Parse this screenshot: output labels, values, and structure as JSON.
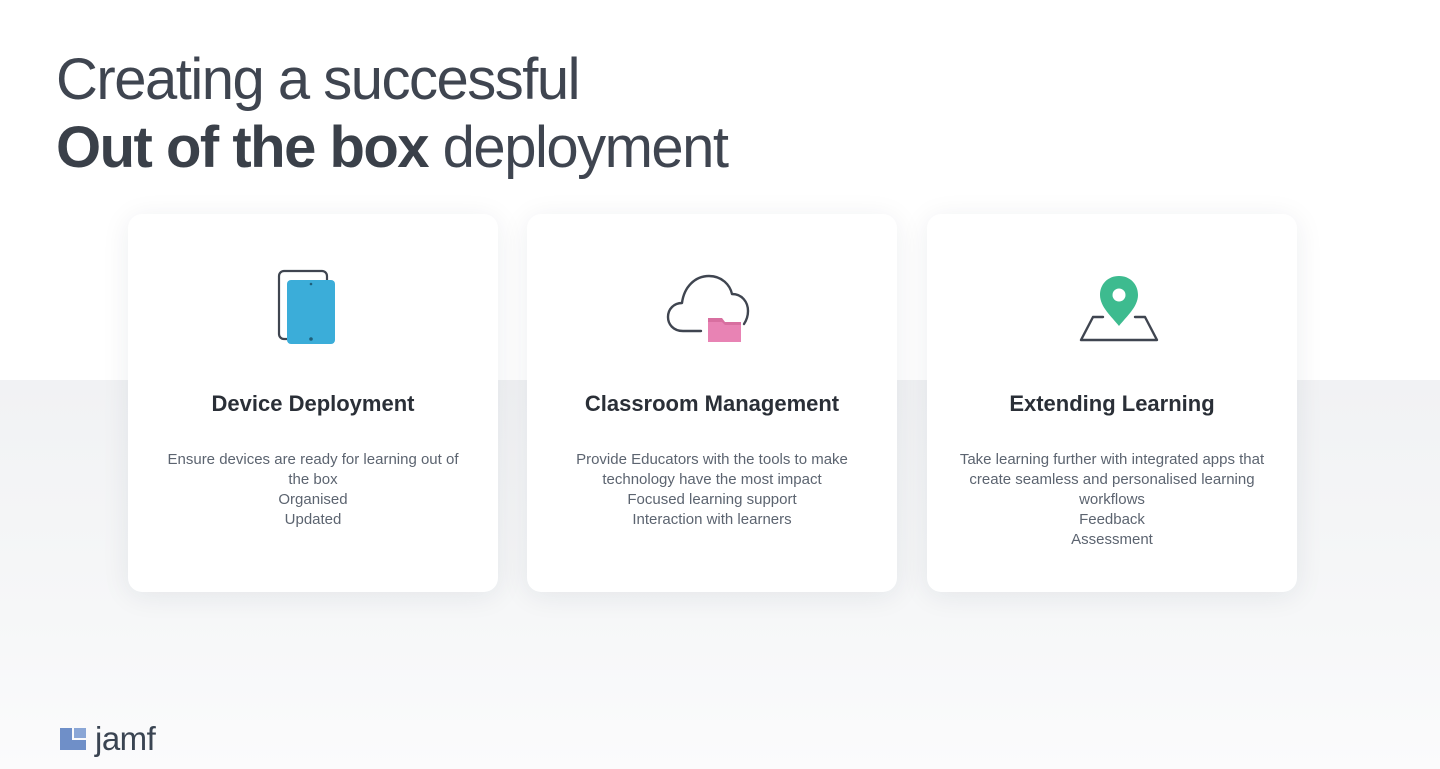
{
  "title": {
    "line1": "Creating a successful",
    "line2_bold": "Out of the box",
    "line2_rest": " deployment"
  },
  "cards": [
    {
      "icon": "tablet-icon",
      "title": "Device Deployment",
      "lines": [
        "Ensure devices are ready for learning out of the box",
        "Organised",
        "Updated"
      ]
    },
    {
      "icon": "cloud-folder-icon",
      "title": "Classroom Management",
      "lines": [
        "Provide Educators with the tools to make technology have the most impact",
        "Focused learning support",
        "Interaction with learners"
      ]
    },
    {
      "icon": "map-pin-icon",
      "title": "Extending Learning",
      "lines": [
        "Take learning further with integrated apps that create seamless and personalised learning workflows",
        "Feedback",
        "Assessment"
      ]
    }
  ],
  "logo": {
    "text": "jamf"
  },
  "colors": {
    "tablet": "#3badd9",
    "folder": "#e883b4",
    "pin": "#3dbb8f",
    "outline": "#3f4550",
    "logo": "#6f8fc8"
  }
}
